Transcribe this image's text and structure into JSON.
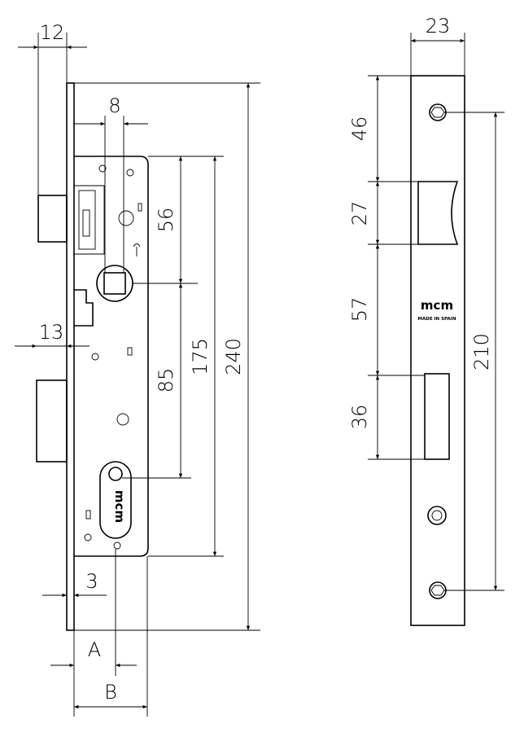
{
  "left_view": {
    "dims": {
      "d12": "12",
      "d8": "8",
      "d56": "56",
      "d13": "13",
      "d85": "85",
      "d175": "175",
      "d240": "240",
      "d3": "3",
      "dA": "A",
      "dB": "B"
    },
    "logo": "mcm"
  },
  "right_view": {
    "dims": {
      "d23": "23",
      "d46": "46",
      "d27": "27",
      "d57": "57",
      "d36": "36",
      "d210": "210"
    },
    "brand": "mcm",
    "made_in": "MADE IN SPAIN"
  }
}
